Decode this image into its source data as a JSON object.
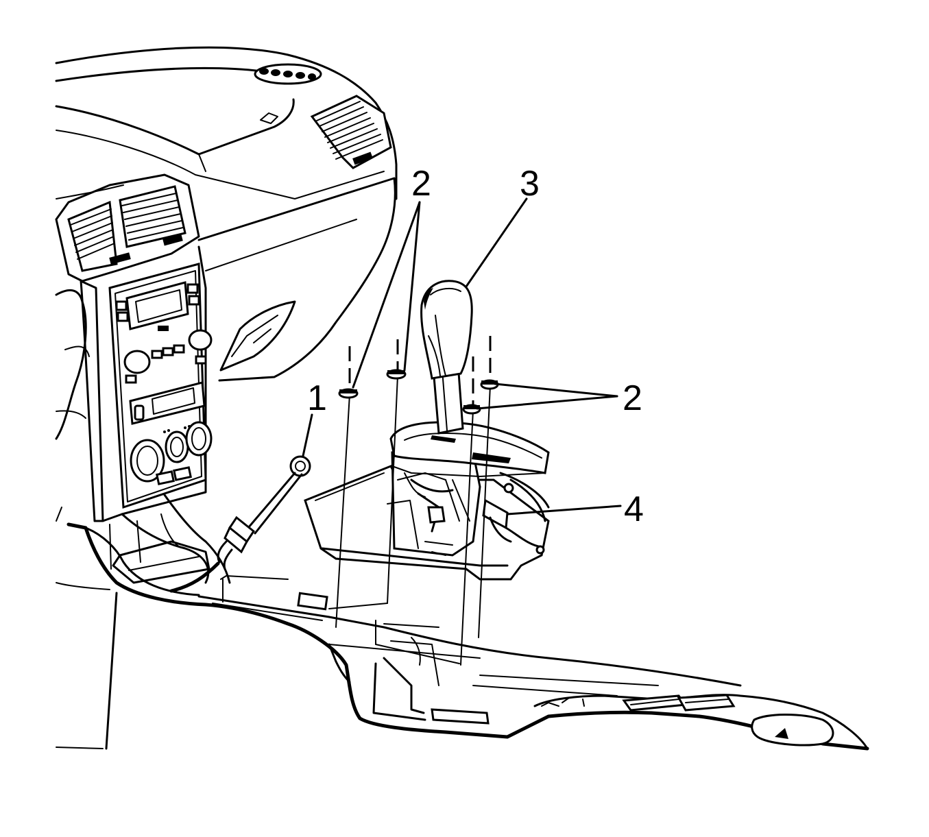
{
  "callouts": [
    {
      "id": "1",
      "label": "1"
    },
    {
      "id": "2a",
      "label": "2"
    },
    {
      "id": "3",
      "label": "3"
    },
    {
      "id": "2b",
      "label": "2"
    },
    {
      "id": "4",
      "label": "4"
    }
  ]
}
